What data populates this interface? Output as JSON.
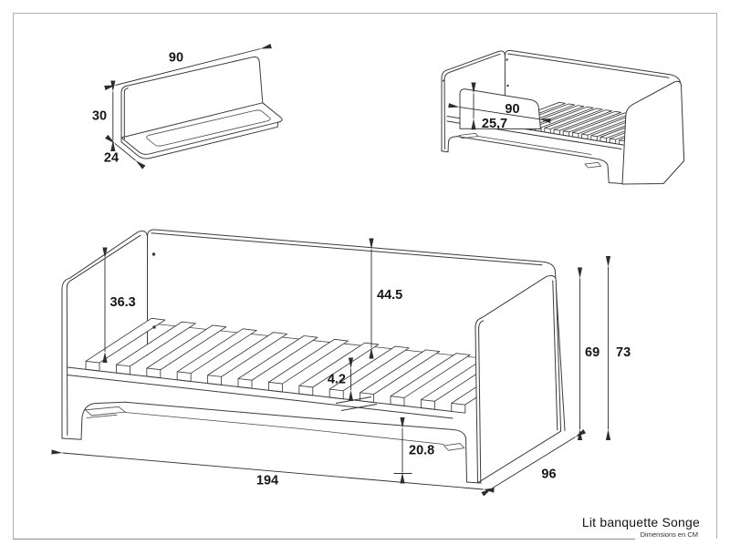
{
  "title_block": {
    "product_name": "Lit banquette Songe",
    "units_label": "Dimensions en CM"
  },
  "part_view": {
    "description": "guard-rail panel detail",
    "width_cm": "90",
    "height_cm": "30",
    "depth_cm": "24"
  },
  "assembly_view": {
    "description": "bed with guard rail, perspective",
    "rail_width_cm": "90",
    "rail_height_cm": "25,7"
  },
  "side_view": {
    "description": "daybed main dimensioned view",
    "panel_above_slats_cm": "36.3",
    "backrest_above_slats_cm": "44.5",
    "slat_thickness_cm": "4.2",
    "under_clearance_cm": "20.8",
    "length_cm": "194",
    "depth_cm": "96",
    "side_height_cm": "69",
    "total_height_cm": "73"
  }
}
